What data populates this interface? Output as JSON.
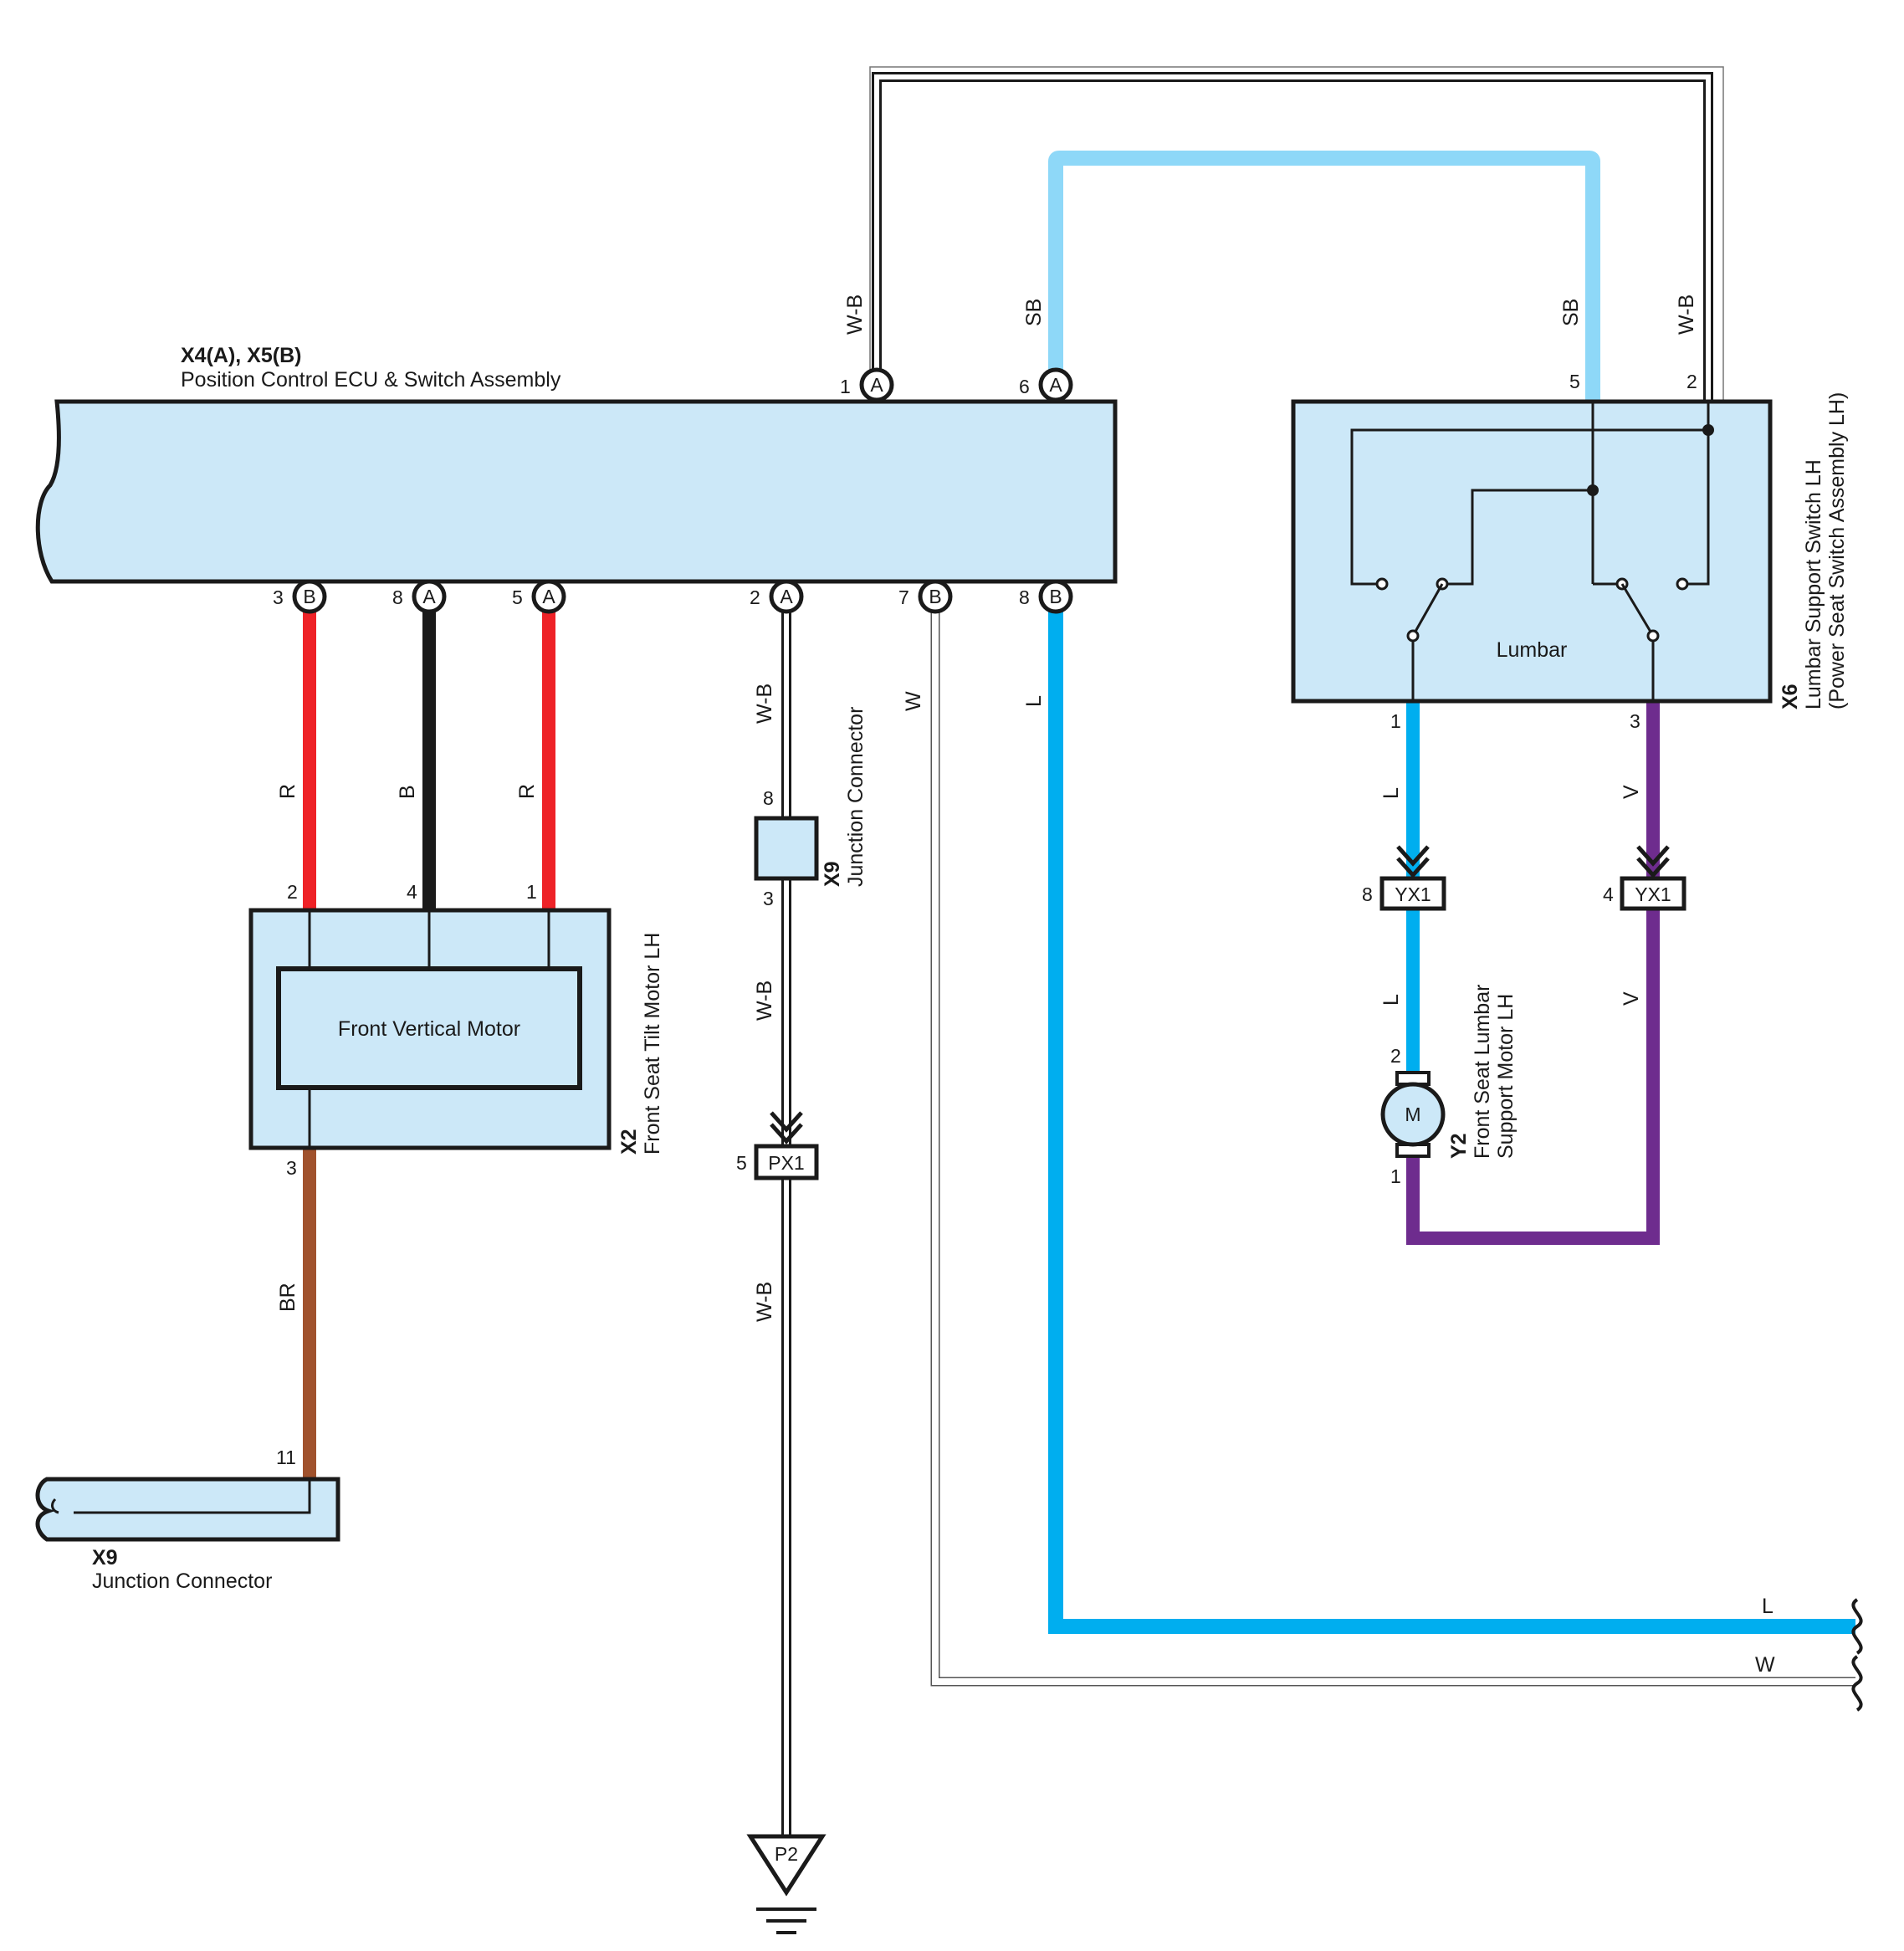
{
  "colors": {
    "component_fill": "#cce8f8",
    "R": "#ee2227",
    "B": "#1a1a1a",
    "BR": "#a0522d",
    "L": "#00aeef",
    "SB": "#8ed8f8",
    "V": "#6e2c8e",
    "W": "#ffffff"
  },
  "components": {
    "ecu": {
      "id": "X4(A), X5(B)",
      "name": "Position Control ECU & Switch Assembly"
    },
    "tilt_motor": {
      "id": "X2",
      "name": "Front Seat Tilt Motor LH",
      "inner": "Front Vertical Motor"
    },
    "junction_mid": {
      "id": "X9",
      "name": "Junction Connector"
    },
    "junction_bottom": {
      "id": "X9",
      "name": "Junction Connector"
    },
    "lumbar_switch": {
      "id": "X6",
      "name_line1": "Lumbar Support Switch LH",
      "name_line2": "(Power Seat Switch Assembly LH)",
      "inner": "Lumbar"
    },
    "lumbar_motor": {
      "id": "Y2",
      "name_line1": "Front Seat Lumbar",
      "name_line2": "Support Motor LH",
      "symbol": "M"
    },
    "ground": {
      "id": "P2"
    }
  },
  "ecu_pins": [
    {
      "pin": "1",
      "conn": "A",
      "side": "top",
      "wire": "W-B"
    },
    {
      "pin": "6",
      "conn": "A",
      "side": "top",
      "wire": "SB"
    },
    {
      "pin": "3",
      "conn": "B",
      "side": "bottom",
      "wire": "R"
    },
    {
      "pin": "8",
      "conn": "A",
      "side": "bottom",
      "wire": "B"
    },
    {
      "pin": "5",
      "conn": "A",
      "side": "bottom",
      "wire": "R"
    },
    {
      "pin": "2",
      "conn": "A",
      "side": "bottom",
      "wire": "W-B"
    },
    {
      "pin": "7",
      "conn": "B",
      "side": "bottom",
      "wire": "W"
    },
    {
      "pin": "8",
      "conn": "B",
      "side": "bottom",
      "wire": "L"
    }
  ],
  "tilt_motor_pins": [
    "2",
    "4",
    "1",
    "3"
  ],
  "junction_mid_pins": [
    "8",
    "3"
  ],
  "junction_bottom_pin": "11",
  "lumbar_switch_pins": [
    "5",
    "2",
    "1",
    "3"
  ],
  "lumbar_motor_pins": [
    "2",
    "1"
  ],
  "inline_connectors": [
    {
      "name": "PX1",
      "pin": "5"
    },
    {
      "name": "YX1",
      "pin": "8"
    },
    {
      "name": "YX1",
      "pin": "4"
    }
  ],
  "wire_labels": {
    "ecu_a1": "W-B",
    "ecu_a6": "SB",
    "sw_5": "SB",
    "sw_2": "W-B",
    "r_left": "R",
    "b_mid": "B",
    "r_right": "R",
    "wb_upper": "W-B",
    "wb_mid": "W-B",
    "wb_lower": "W-B",
    "w_down": "W",
    "l_down": "L",
    "br": "BR",
    "l_sw_upper": "L",
    "v_sw_upper": "V",
    "l_sw_lower": "L",
    "v_sw_lower": "V",
    "l_right": "L",
    "w_right": "W"
  }
}
